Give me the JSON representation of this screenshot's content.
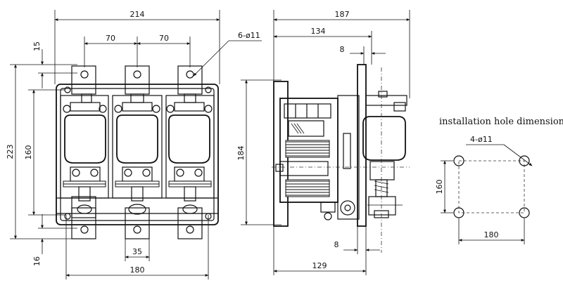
{
  "front_view": {
    "width_total": "214",
    "pitch_left": "70",
    "pitch_right": "70",
    "hole_spec": "6-ø11",
    "offset_top": "15",
    "height_total": "223",
    "height_inner": "160",
    "offset_bottom": "16",
    "terminal_width": "35",
    "base_width": "180"
  },
  "side_view": {
    "width_total": "187",
    "width_partial": "134",
    "plate_top": "8",
    "height": "184",
    "plate_bottom": "8",
    "depth": "129"
  },
  "hole_layout": {
    "caption": "installation hole dimension",
    "hole_spec": "4-ø11",
    "vertical": "160",
    "horizontal": "180"
  }
}
